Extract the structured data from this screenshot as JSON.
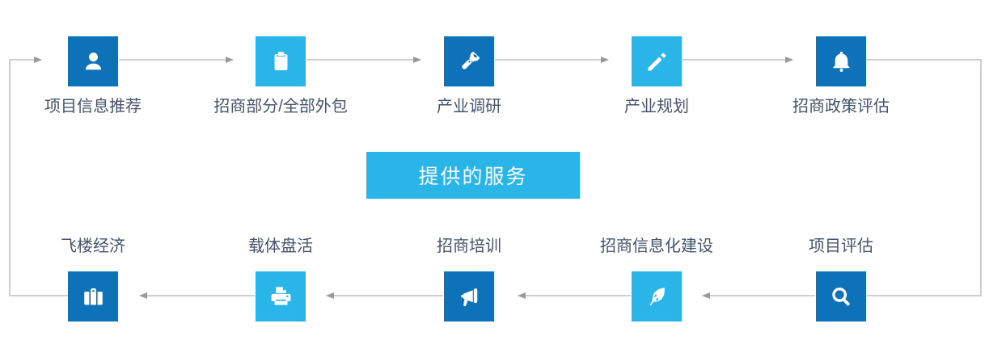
{
  "banner": {
    "label": "提供的服务"
  },
  "colors": {
    "dark_blue": "#0e72b9",
    "light_blue": "#29b5e8",
    "connector_gray": "#b3b3b3",
    "arrowhead_gray": "#9a9a9a",
    "label_text": "#44546a",
    "banner_text": "#ffffff",
    "icon_glyph": "#ffffff",
    "background": "#ffffff"
  },
  "top_row": {
    "flow_direction": "left-to-right",
    "items": [
      {
        "label": "项目信息推荐",
        "icon": "user-icon",
        "color": "dark_blue"
      },
      {
        "label": "招商部分/全部外包",
        "icon": "clipboard-icon",
        "color": "light_blue"
      },
      {
        "label": "产业调研",
        "icon": "flashlight-icon",
        "color": "dark_blue"
      },
      {
        "label": "产业规划",
        "icon": "pencil-icon",
        "color": "light_blue"
      },
      {
        "label": "招商政策评估",
        "icon": "bell-icon",
        "color": "dark_blue"
      }
    ]
  },
  "bottom_row": {
    "flow_direction": "right-to-left",
    "items": [
      {
        "label": "飞楼经济",
        "icon": "briefcase-icon",
        "color": "dark_blue"
      },
      {
        "label": "载体盘活",
        "icon": "printer-icon",
        "color": "light_blue"
      },
      {
        "label": "招商培训",
        "icon": "megaphone-icon",
        "color": "dark_blue"
      },
      {
        "label": "招商信息化建设",
        "icon": "feather-icon",
        "color": "light_blue"
      },
      {
        "label": "项目评估",
        "icon": "search-icon",
        "color": "dark_blue"
      }
    ]
  }
}
